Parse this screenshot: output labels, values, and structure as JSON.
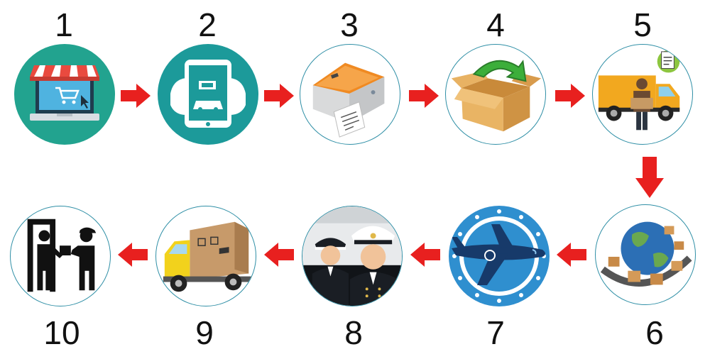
{
  "steps": [
    {
      "number": "1",
      "icon": "online-store-laptop-icon"
    },
    {
      "number": "2",
      "icon": "tablet-payment-icon"
    },
    {
      "number": "3",
      "icon": "label-printer-icon"
    },
    {
      "number": "4",
      "icon": "packing-box-icon"
    },
    {
      "number": "5",
      "icon": "courier-van-icon"
    },
    {
      "number": "6",
      "icon": "global-shipping-icon"
    },
    {
      "number": "7",
      "icon": "airplane-icon"
    },
    {
      "number": "8",
      "icon": "customs-officers-icon"
    },
    {
      "number": "9",
      "icon": "delivery-truck-icon"
    },
    {
      "number": "10",
      "icon": "door-delivery-icon"
    }
  ],
  "colors": {
    "arrow": "#e8201f",
    "teal": "#1c9a9a",
    "outline": "#2f8fa6"
  }
}
